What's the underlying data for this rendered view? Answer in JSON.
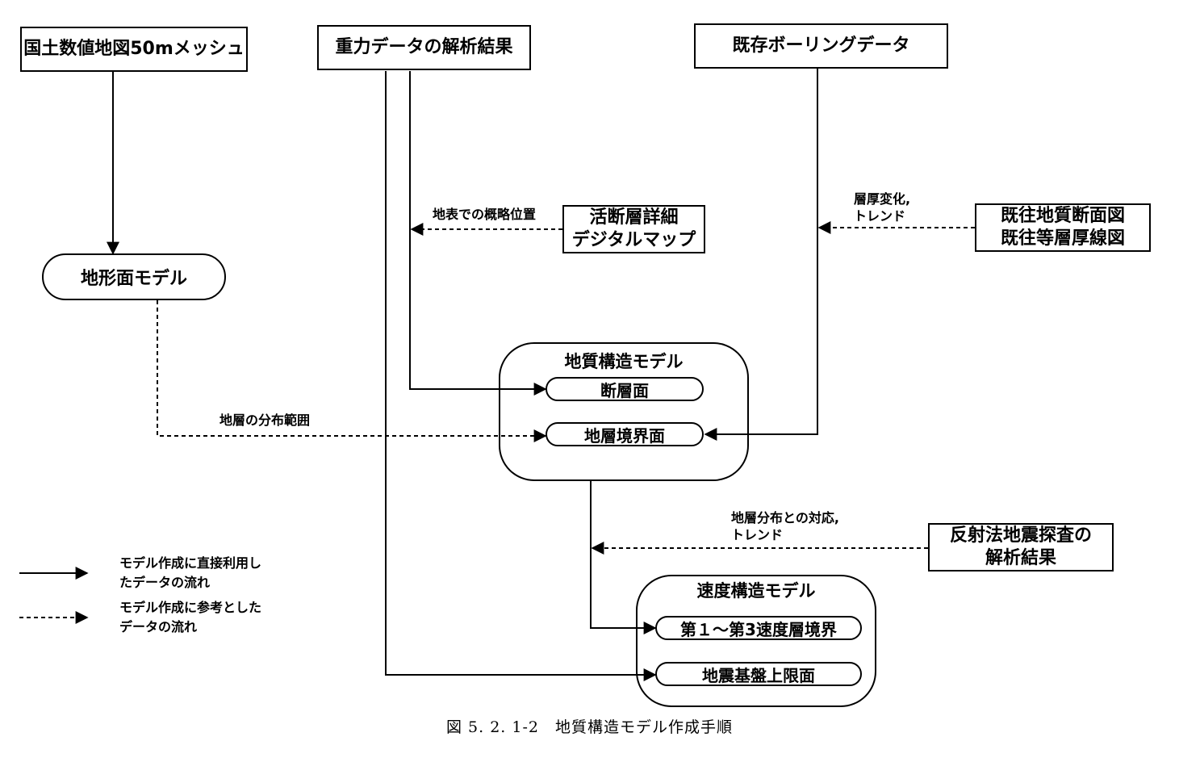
{
  "sources": {
    "dem": "国土数値地図50mメッシュ",
    "gravity": "重力データの解析結果",
    "boring": "既存ボーリングデータ",
    "fault_map": [
      "活断層詳細",
      "デジタルマップ"
    ],
    "sections": [
      "既往地質断面図",
      "既往等層厚線図"
    ],
    "reflection": [
      "反射法地震探査の",
      "解析結果"
    ]
  },
  "models": {
    "terrain": "地形面モデル",
    "geo": {
      "title": "地質構造モデル",
      "fault_plane": "断層面",
      "layer_boundary": "地層境界面"
    },
    "velocity": {
      "title": "速度構造モデル",
      "layer_boundary": "第１～第3速度層境界",
      "basement_top": "地震基盤上限面"
    }
  },
  "annotations": {
    "surface_position": "地表での概略位置",
    "thickness_trend": [
      "層厚変化,",
      "トレンド"
    ],
    "distribution_range": "地層の分布範囲",
    "distribution_correspondence": [
      "地層分布との対応,",
      "トレンド"
    ]
  },
  "legend": {
    "solid": [
      "モデル作成に直接利用し",
      "たデータの流れ"
    ],
    "dashed": [
      "モデル作成に参考とした",
      "データの流れ"
    ]
  },
  "caption": "図 5. 2. 1-2　地質構造モデル作成手順"
}
